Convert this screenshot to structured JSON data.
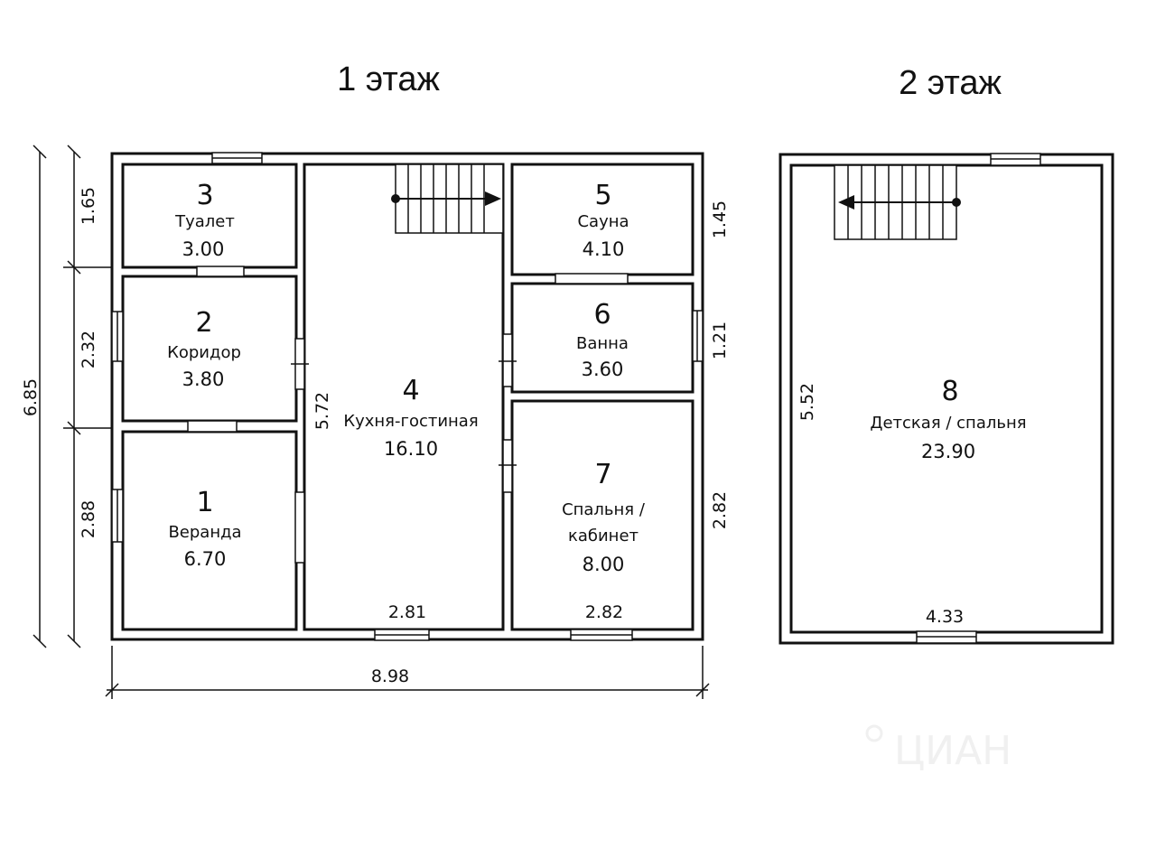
{
  "floors": {
    "first": {
      "title": "1 этаж"
    },
    "second": {
      "title": "2 этаж"
    }
  },
  "rooms": {
    "r1": {
      "number": "1",
      "name": "Веранда",
      "area": "6.70"
    },
    "r2": {
      "number": "2",
      "name": "Коридор",
      "area": "3.80"
    },
    "r3": {
      "number": "3",
      "name": "Туалет",
      "area": "3.00"
    },
    "r4": {
      "number": "4",
      "name": "Кухня-гостиная",
      "area": "16.10"
    },
    "r5": {
      "number": "5",
      "name": "Сауна",
      "area": "4.10"
    },
    "r6": {
      "number": "6",
      "name": "Ванна",
      "area": "3.60"
    },
    "r7": {
      "number": "7",
      "name_line1": "Спальня /",
      "name_line2": "кабинет",
      "area": "8.00"
    },
    "r8": {
      "number": "8",
      "name": "Детская / спальня",
      "area": "23.90"
    }
  },
  "dimensions": {
    "total_height": "6.85",
    "seg_top": "1.65",
    "seg_mid": "2.32",
    "seg_bottom": "2.88",
    "kitchen_height": "5.72",
    "kitchen_width": "2.81",
    "bedroom_width": "2.82",
    "right_top": "1.45",
    "right_mid": "1.21",
    "right_bottom": "2.82",
    "total_width": "8.98",
    "second_height": "5.52",
    "second_width": "4.33"
  },
  "watermark": "ЦИАН"
}
